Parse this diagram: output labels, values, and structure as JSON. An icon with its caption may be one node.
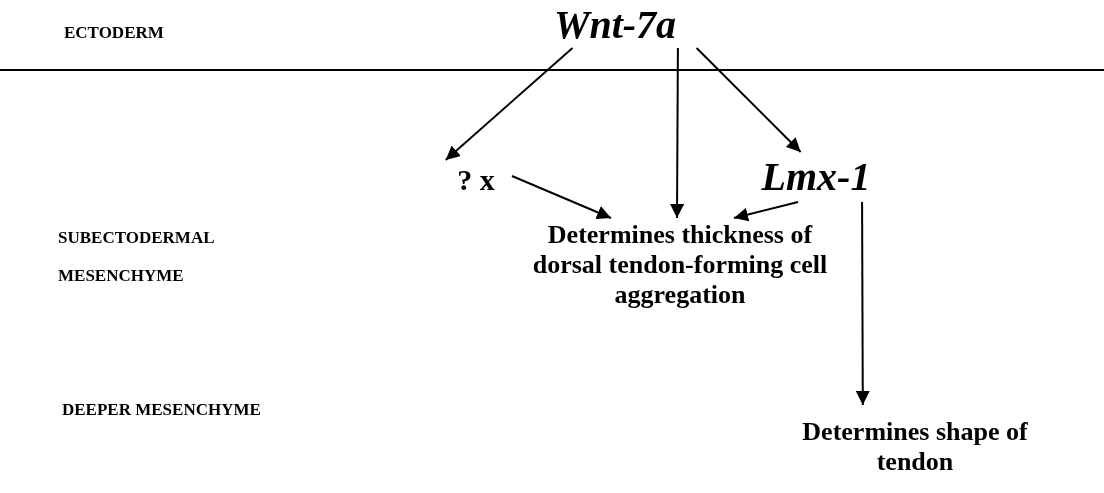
{
  "diagram": {
    "nodes": [
      {
        "text": [
          "Wnt-7a"
        ]
      },
      {
        "text": [
          "? x"
        ]
      },
      {
        "text": [
          "Lmx-1"
        ]
      },
      {
        "text": [
          "Determines thickness of dorsal tendon-forming cell aggregation"
        ]
      },
      {
        "text": [
          "Determines shape of tendon"
        ]
      }
    ],
    "edges": [
      {
        "from": 0,
        "to": 1,
        "arrow": "to"
      },
      {
        "from": 0,
        "to": 3,
        "arrow": "to"
      },
      {
        "from": 0,
        "to": 2,
        "arrow": "to"
      },
      {
        "from": 1,
        "to": 3,
        "arrow": "to"
      },
      {
        "from": 2,
        "to": 3,
        "arrow": "to"
      },
      {
        "from": 2,
        "to": 4,
        "arrow": "to"
      }
    ],
    "labels": [
      "ECTODERM",
      "SUBECTODERMAL MESENCHYME",
      "DEEPER MESENCHYME"
    ]
  }
}
